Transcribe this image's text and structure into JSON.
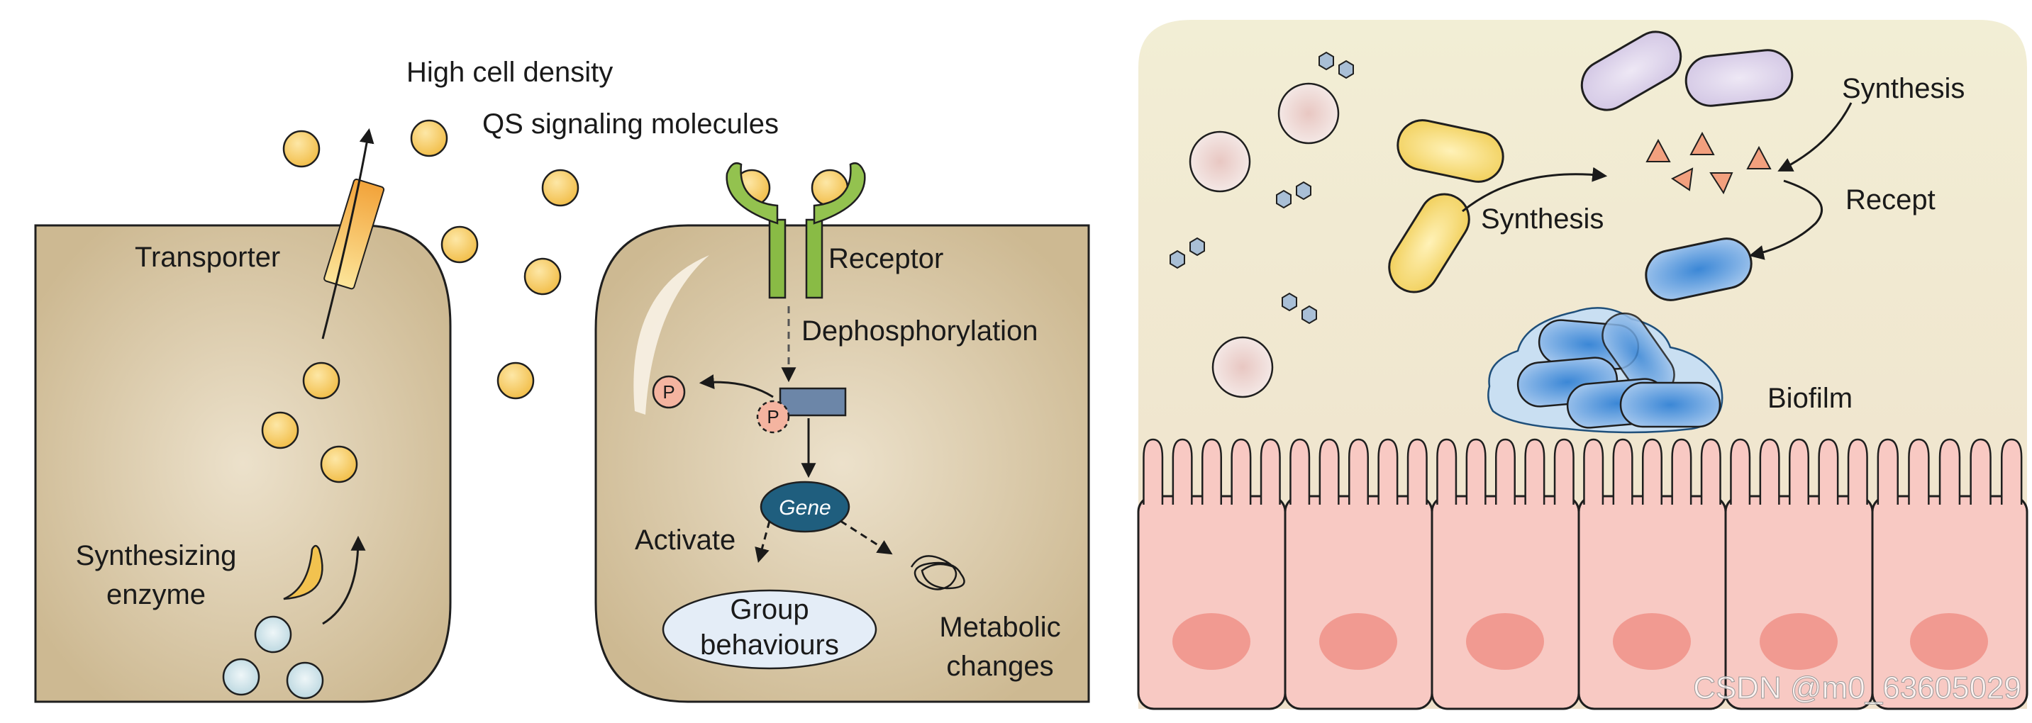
{
  "left_panel": {
    "high_cell_density": "High cell density",
    "qs_signaling_molecules": "QS signaling molecules",
    "transporter": "Transporter",
    "receptor": "Receptor",
    "dephosphorylation": "Dephosphorylation",
    "phosphate_1": "P",
    "phosphate_2": "P",
    "gene": "Gene",
    "activate": "Activate",
    "group_behaviours_line1": "Group",
    "group_behaviours_line2": "behaviours",
    "metabolic_line1": "Metabolic",
    "metabolic_line2": "changes",
    "synthesizing_line1": "Synthesizing",
    "synthesizing_line2": "enzyme"
  },
  "right_panel": {
    "synthesis_top": "Synthesis",
    "synthesis_mid": "Synthesis",
    "recept": "Recept",
    "biofilm": "Biofilm"
  },
  "watermark": "CSDN @m0_63605029",
  "colors": {
    "cell_fill": "#d8c6a6",
    "signal_fill": "#f4c75a",
    "receptor_green": "#7fb13f",
    "gene_fill": "#1f5e7e",
    "epithelium_fill": "#f8c9c3",
    "nucleus_fill": "#f19a91",
    "biofilm_fill": "#bcd6ef",
    "gut_lumen": "#f1ecd6"
  }
}
